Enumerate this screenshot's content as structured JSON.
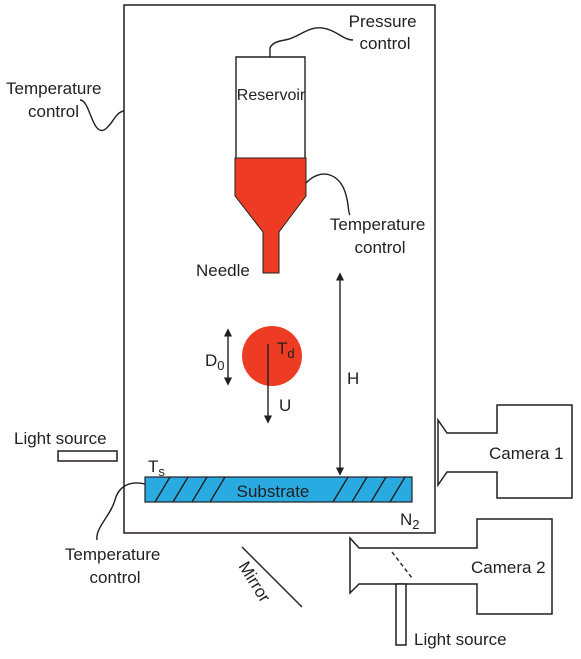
{
  "labels": {
    "pressure_control": [
      "Pressure",
      "control"
    ],
    "temperature_control_top": [
      "Temperature",
      "control"
    ],
    "reservoir": "Reservoir",
    "temperature_control_needle": [
      "Temperature",
      "control"
    ],
    "needle": "Needle",
    "diameter": {
      "main": "D",
      "sub": "0"
    },
    "droplet_temp": {
      "main": "T",
      "sub": "d"
    },
    "velocity": "U",
    "height": "H",
    "light_source_left": "Light source",
    "substrate_temp": {
      "main": "T",
      "sub": "s"
    },
    "substrate": "Substrate",
    "atmosphere": {
      "main": "N",
      "sub": "2"
    },
    "temperature_control_bottom": [
      "Temperature",
      "control"
    ],
    "mirror": "Mirror",
    "camera1": "Camera 1",
    "camera2": "Camera 2",
    "light_source_bottom": "Light source"
  },
  "colors": {
    "liquid": "#ee3b24",
    "substrate": "#29abe2",
    "ink": "#231f20"
  }
}
